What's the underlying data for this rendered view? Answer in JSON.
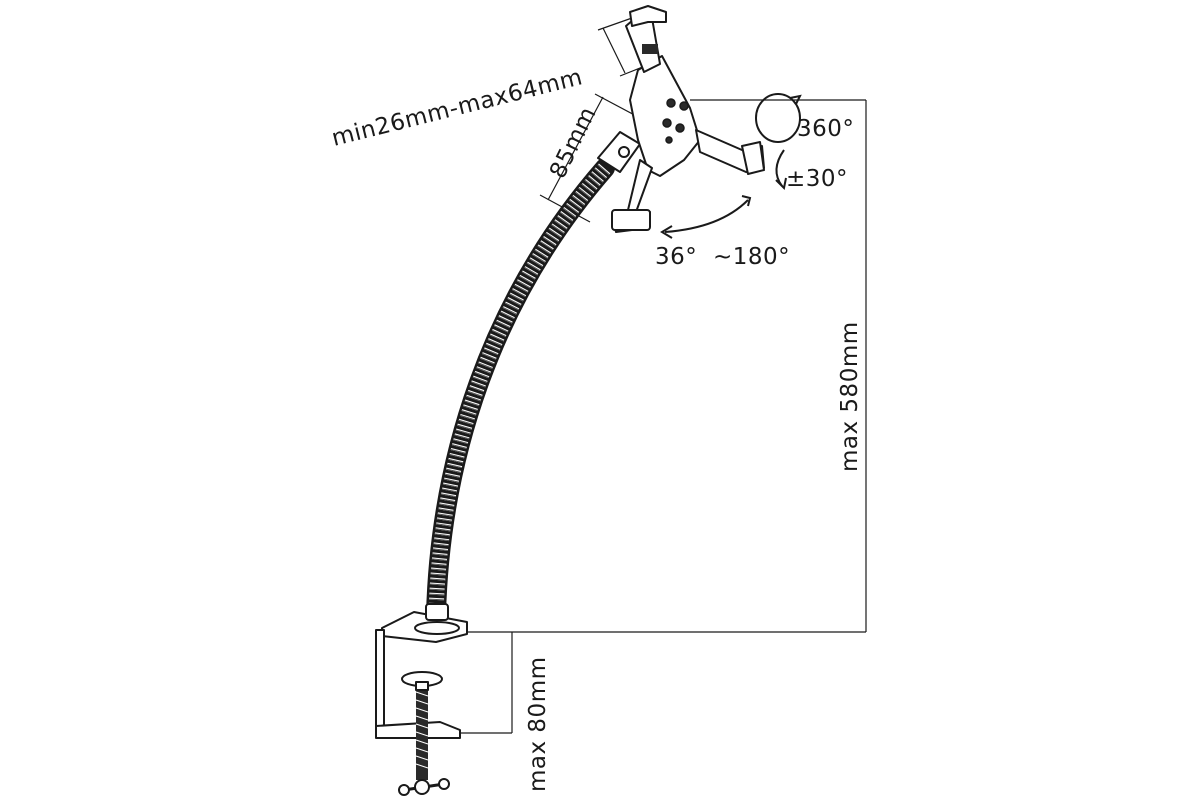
{
  "dimensions": {
    "clamp_width": "min26mm-max64mm",
    "holder_height": "85mm",
    "rotation": "360°",
    "tilt": "±30°",
    "swivel_min": "36°",
    "swivel_max": "~180°",
    "max_height": "max 580mm",
    "clamp_opening": "max 80mm"
  }
}
